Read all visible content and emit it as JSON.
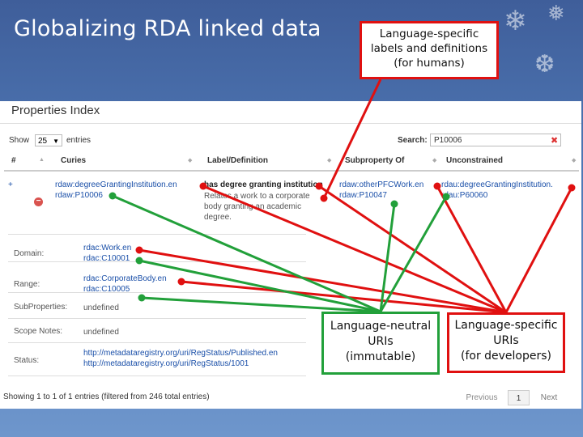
{
  "slide": {
    "title": "Globalizing RDA linked data"
  },
  "callouts": {
    "top": [
      "Language-specific",
      "labels and definitions",
      "(for humans)"
    ],
    "neutral": [
      "Language-neutral",
      "URIs",
      "(immutable)"
    ],
    "developers": [
      "Language-specific",
      "URIs",
      "(for developers)"
    ]
  },
  "panel": {
    "title": "Properties Index",
    "show_label": "Show",
    "show_value": "25",
    "entries_label": "entries",
    "search_label": "Search:",
    "search_value": "P10006",
    "columns": [
      "#",
      "Curies",
      "Label/Definition",
      "Subproperty Of",
      "Unconstrained"
    ],
    "row": {
      "num": "+",
      "curie_1": "rdaw:degreeGrantingInstitution.en",
      "curie_2": "rdaw:P10006",
      "label": "has degree granting institution",
      "definition": [
        "Relates a work to a corporate",
        "body granting an academic",
        "degree."
      ],
      "subprop_1": "rdaw:otherPFCWork.en",
      "subprop_2": "rdaw:P10047",
      "uncon_1": "rdau:degreeGrantingInstitution.",
      "uncon_2": "rdau:P60060"
    },
    "details": {
      "domain_label": "Domain:",
      "domain_1": "rdac:Work.en",
      "domain_2": "rdac:C10001",
      "range_label": "Range:",
      "range_1": "rdac:CorporateBody.en",
      "range_2": "rdac:C10005",
      "subprops_label": "SubProperties:",
      "subprops_value": "undefined",
      "scope_label": "Scope Notes:",
      "scope_value": "undefined",
      "status_label": "Status:",
      "status_1": "http://metadataregistry.org/uri/RegStatus/Published.en",
      "status_2": "http://metadataregistry.org/uri/RegStatus/1001"
    },
    "footer": {
      "info": "Showing 1 to 1 of 1 entries (filtered from 246 total entries)",
      "prev": "Previous",
      "page": "1",
      "next": "Next"
    }
  },
  "colors": {
    "red": "#e01010",
    "green": "#22a03a",
    "link": "#1a4fa8"
  }
}
